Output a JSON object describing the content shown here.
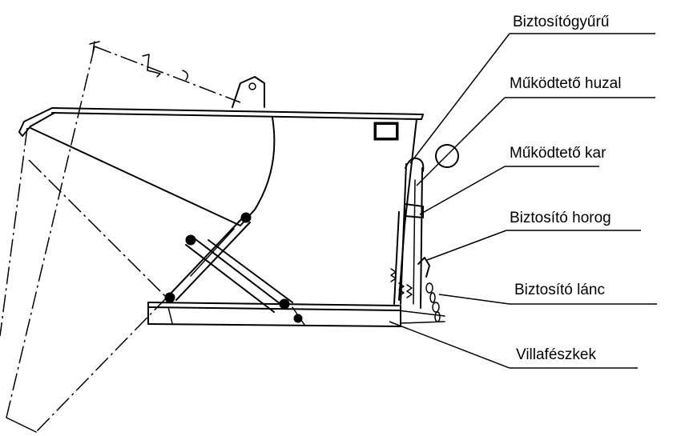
{
  "callouts": [
    {
      "id": "safety-ring",
      "text": "Biztosítógyűrű"
    },
    {
      "id": "actuation-wire",
      "text": "Működtető huzal"
    },
    {
      "id": "actuation-lever",
      "text": "Működtető kar"
    },
    {
      "id": "safety-hook",
      "text": "Biztosító horog"
    },
    {
      "id": "safety-chain",
      "text": "Biztosító lánc"
    },
    {
      "id": "fork-pockets",
      "text": "Villafészkek"
    }
  ],
  "colors": {
    "ink": "#000000",
    "background": "#ffffff"
  }
}
